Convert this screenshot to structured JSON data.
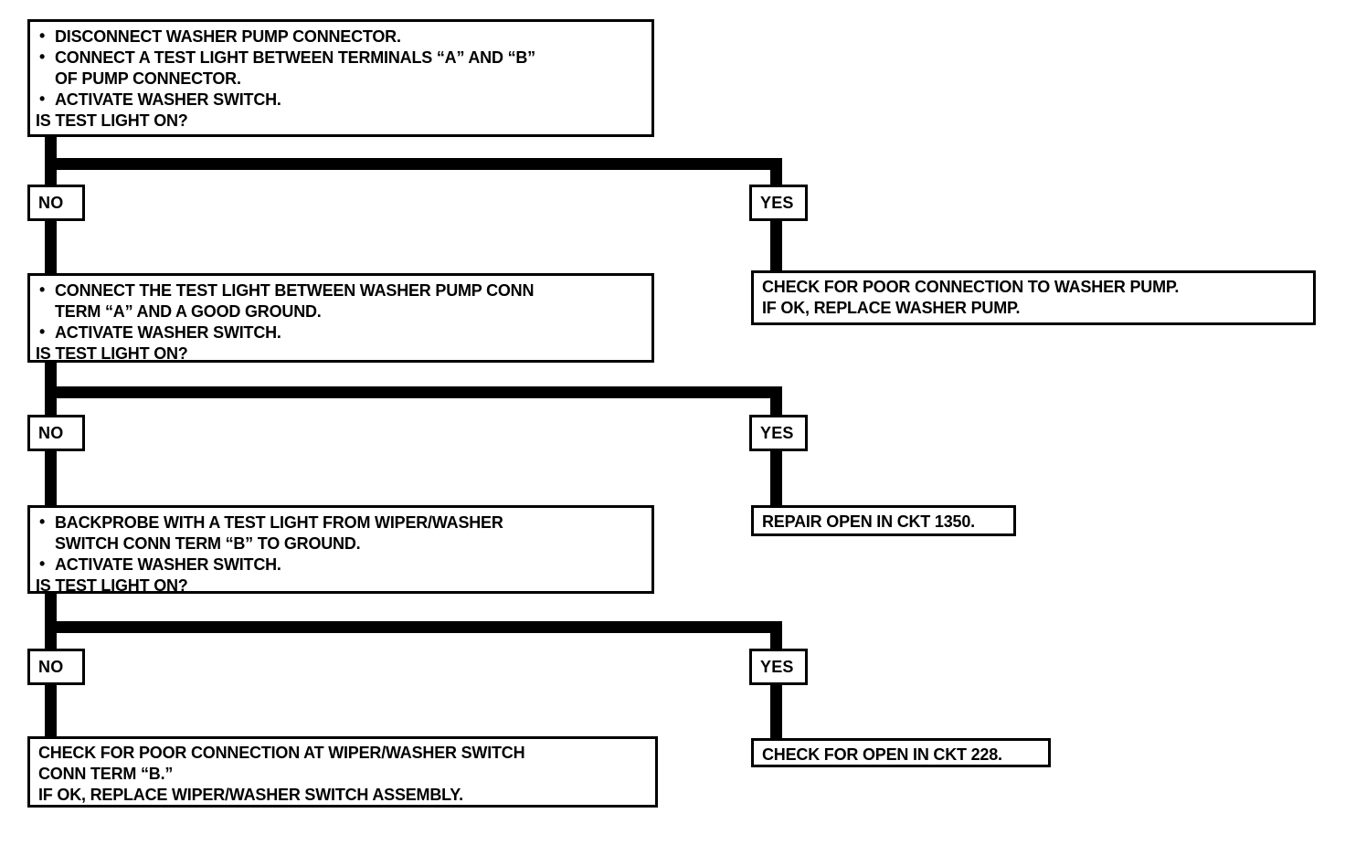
{
  "ui": {
    "bullet_char": "•",
    "ink_color": "#000000",
    "paper_color": "#ffffff"
  },
  "flowchart": {
    "branch_labels": {
      "no": "NO",
      "yes": "YES"
    },
    "step1": {
      "lines": [
        {
          "type": "bullet",
          "text": "DISCONNECT WASHER PUMP CONNECTOR."
        },
        {
          "type": "bullet",
          "text": "CONNECT A TEST LIGHT BETWEEN TERMINALS “A” AND “B”"
        },
        {
          "type": "cont",
          "text": "OF PUMP CONNECTOR."
        },
        {
          "type": "bullet",
          "text": "ACTIVATE WASHER SWITCH."
        },
        {
          "type": "question",
          "text": "IS TEST LIGHT ON?"
        }
      ]
    },
    "step2": {
      "lines": [
        {
          "type": "bullet",
          "text": "CONNECT THE TEST LIGHT BETWEEN WASHER PUMP CONN"
        },
        {
          "type": "cont",
          "text": "TERM “A” AND A GOOD GROUND."
        },
        {
          "type": "bullet",
          "text": "ACTIVATE WASHER SWITCH."
        },
        {
          "type": "question",
          "text": "IS TEST LIGHT ON?"
        }
      ]
    },
    "step3": {
      "lines": [
        {
          "type": "bullet",
          "text": "BACKPROBE WITH A TEST LIGHT FROM WIPER/WASHER"
        },
        {
          "type": "cont",
          "text": "SWITCH CONN TERM “B” TO GROUND."
        },
        {
          "type": "bullet",
          "text": "ACTIVATE WASHER SWITCH."
        },
        {
          "type": "question",
          "text": "IS TEST LIGHT ON?"
        }
      ]
    },
    "result_yes1": {
      "lines": [
        "CHECK FOR POOR CONNECTION TO WASHER PUMP.",
        "IF OK, REPLACE WASHER PUMP."
      ]
    },
    "result_yes2": {
      "lines": [
        "REPAIR OPEN IN CKT 1350."
      ]
    },
    "result_yes3": {
      "lines": [
        "CHECK FOR OPEN IN CKT 228."
      ]
    },
    "result_no3": {
      "lines": [
        "CHECK FOR POOR CONNECTION AT WIPER/WASHER SWITCH",
        "CONN TERM “B.”",
        "IF OK, REPLACE WIPER/WASHER SWITCH ASSEMBLY."
      ]
    }
  }
}
